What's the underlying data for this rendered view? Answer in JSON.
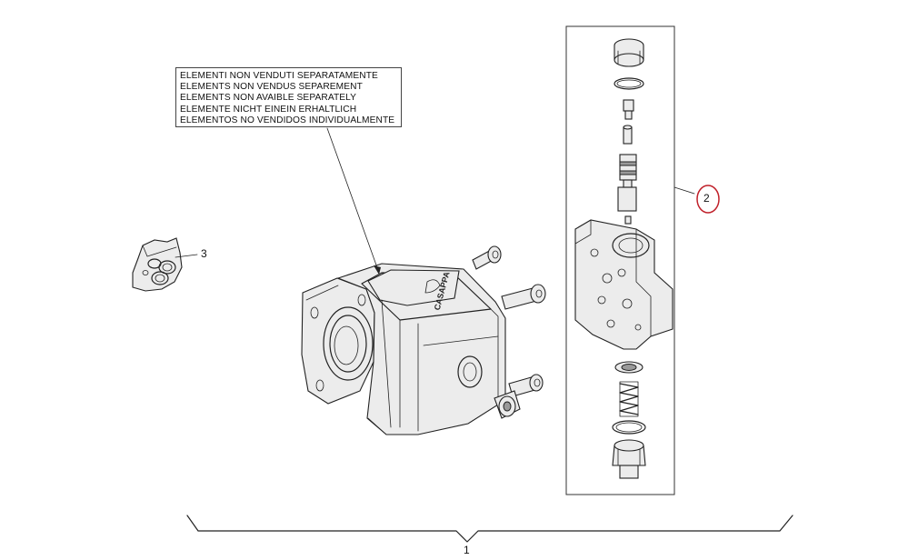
{
  "note": {
    "lines": [
      "ELEMENTI NON VENDUTI SEPARATAMENTE",
      "ELEMENTS NON VENDUS SEPAREMENT",
      "ELEMENTS NON AVAIBLE SEPARATELY",
      "ELEMENTE NICHT EINEIN ERHALTLICH",
      "ELEMENTOS NO VENDIDOS INDIVIDUALMENTE"
    ]
  },
  "callouts": {
    "assembly": "1",
    "valve_group": "2",
    "seal_kit": "3"
  },
  "pump_label": "CASAPPA",
  "colors": {
    "line": "#222222",
    "highlight_circle": "#c0202a"
  }
}
